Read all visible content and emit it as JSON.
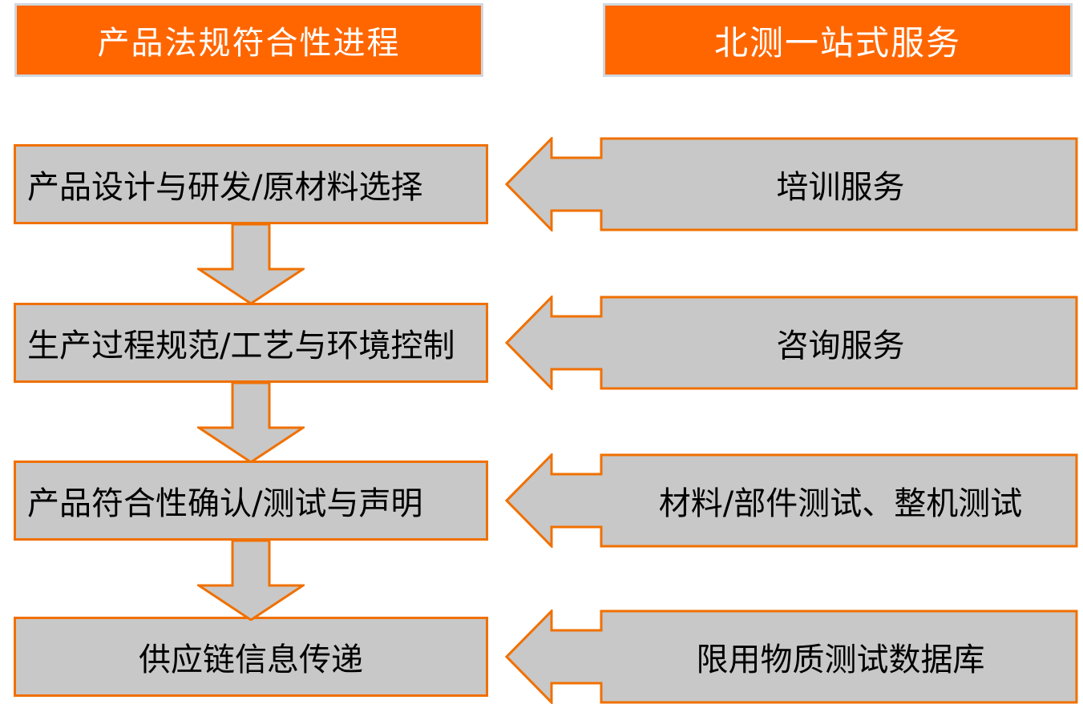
{
  "colors": {
    "orange_fill": "#FF6600",
    "orange_border": "#F07000",
    "gray_fill": "#C8C8C8",
    "banner_border": "#D0D7DE",
    "text_dark": "#000000",
    "text_light": "#FFFFFF",
    "background": "#FFFFFF"
  },
  "headers": {
    "left": "产品法规符合性进程",
    "right": "北测一站式服务"
  },
  "process_steps": [
    {
      "label": "产品设计与研发/原材料选择",
      "align": "align-left"
    },
    {
      "label": "生产过程规范/工艺与环境控制",
      "align": "align-left"
    },
    {
      "label": "产品符合性确认/测试与声明",
      "align": "align-left"
    },
    {
      "label": "供应链信息传递",
      "align": "align-center"
    }
  ],
  "services": [
    {
      "label": "培训服务"
    },
    {
      "label": "咨询服务"
    },
    {
      "label": "材料/部件测试、整机测试"
    },
    {
      "label": "限用物质测试数据库"
    }
  ],
  "connectors": {
    "down_arrow_count": 3,
    "left_arrow_count": 4,
    "down_arrow_icon": "arrow-down-icon",
    "left_arrow_icon": "arrow-left-icon"
  }
}
